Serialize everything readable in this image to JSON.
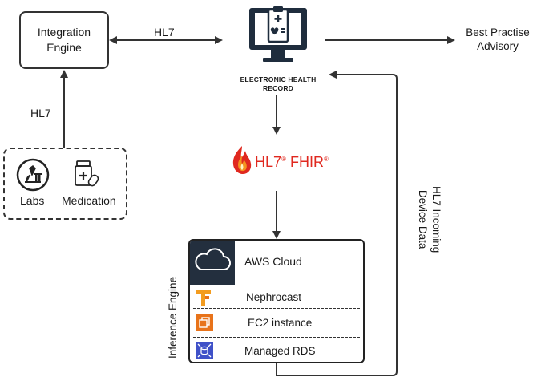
{
  "integration_engine": {
    "line1": "Integration",
    "line2": "Engine"
  },
  "arrows": {
    "hl7_top": "HL7",
    "hl7_left": "HL7"
  },
  "ehr": {
    "line1": "ELECTRONIC HEALTH",
    "line2": "RECORD"
  },
  "advisory": {
    "line1": "Best Practise",
    "line2": "Advisory"
  },
  "sources": {
    "labs": "Labs",
    "medication": "Medication"
  },
  "fhir": {
    "hl7": "HL7",
    "reg": "®",
    "fhir": "FHIR",
    "reg2": "®"
  },
  "aws": {
    "title": "AWS Cloud",
    "rows": [
      {
        "label": "Nephrocast",
        "icon": "nephrocast-icon"
      },
      {
        "label": "EC2 instance",
        "icon": "ec2-icon"
      },
      {
        "label": "Managed RDS",
        "icon": "rds-icon"
      }
    ]
  },
  "inference_engine": "Inference Engine",
  "device_data": {
    "line1": "HL7 Incoming",
    "line2": "Device Data"
  },
  "colors": {
    "aws_dark": "#232f3e",
    "ec2_orange": "#e8731a",
    "rds_blue": "#3f51c8",
    "fhir_red": "#e0281f",
    "fhir_orange": "#f4921f"
  }
}
